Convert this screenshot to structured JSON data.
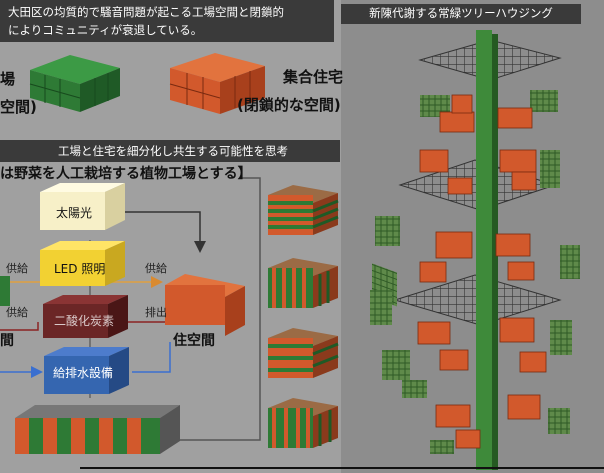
{
  "top_banner": {
    "line1": "大田区の均質的で騒音問題が起こる工場空間と閉鎖的",
    "line2": "によりコミュニティが衰退している。"
  },
  "left_block": {
    "label_top": "場",
    "label_bottom": "空間)"
  },
  "housing_block": {
    "label_top": "集合住宅",
    "label_bottom": "(閉鎖的な空間)"
  },
  "section2": {
    "header": "工場と住宅を細分化し共生する可能性を思考",
    "subtitle": "は野菜を人工栽培する植物工場とする】"
  },
  "diagram": {
    "sun": "太陽光",
    "led": "LED 照明",
    "co2": "二酸化炭素",
    "water": "給排水設備",
    "supply_left": "供給",
    "supply_right": "供給",
    "supply_lower": "供給",
    "exhaust": "排出",
    "residence": "住空間",
    "left_partial": "間"
  },
  "right_panel": {
    "header": "新陳代謝する常緑ツリーハウジング"
  },
  "colors": {
    "green": "#2e7a35",
    "orange": "#d2592c",
    "yellow": "#f2d132",
    "cream": "#f7f0c8",
    "maroon": "#6b2626",
    "blue": "#3566b0"
  }
}
